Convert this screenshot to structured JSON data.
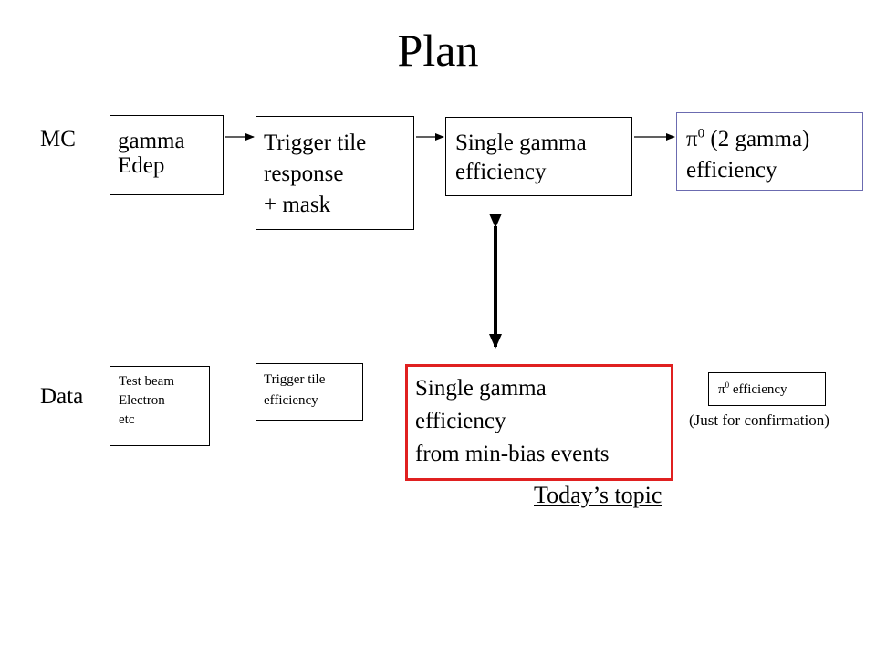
{
  "title": "Plan",
  "rows": {
    "mc": "MC",
    "data": "Data"
  },
  "mc": {
    "gamma_edep": [
      "gamma",
      "Edep"
    ],
    "trigger_tile": [
      "Trigger tile",
      "response",
      "+ mask"
    ],
    "single_gamma": [
      "Single gamma",
      "efficiency"
    ],
    "pi0": {
      "symbol": "π",
      "sup": "0",
      "line1_rest": " (2 gamma)",
      "line2": "efficiency"
    }
  },
  "data": {
    "test_beam": [
      "Test beam",
      "Electron",
      "etc"
    ],
    "trigger_tile": [
      "Trigger tile",
      "efficiency"
    ],
    "single_gamma": [
      "Single gamma",
      "efficiency",
      "from min-bias events"
    ],
    "pi0": {
      "symbol": "π",
      "sup": "0",
      "rest": " efficiency"
    },
    "confirmation": "(Just for confirmation)"
  },
  "topic": "Today’s topic",
  "colors": {
    "highlight": "#e02020",
    "pi0_border": "#6b6bb0"
  }
}
